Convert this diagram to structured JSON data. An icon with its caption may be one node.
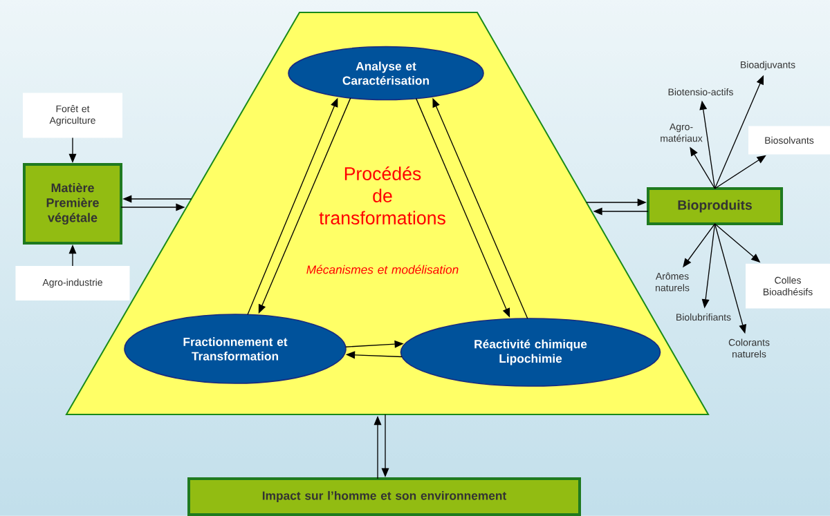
{
  "diagram": {
    "nodes": [
      {
        "text": [
          "Procédés de transformations",
          "Mécanismes et modélisation"
        ]
      },
      {
        "text": [
          "Analyse et Caractérisation"
        ],
        "in": 0
      },
      {
        "text": [
          "Fractionnement et Transformation"
        ],
        "in": 0
      },
      {
        "text": [
          "Réactivité chimique Lipochimie"
        ],
        "in": 0
      },
      {
        "text": [
          "Forêt et Agriculture"
        ]
      },
      {
        "text": [
          "Matière Première végétale"
        ]
      },
      {
        "text": [
          "Agro-industrie"
        ]
      },
      {
        "text": [
          "Bioproduits"
        ]
      },
      {
        "text": [
          "Impact sur l’homme et son environnement"
        ]
      },
      {
        "text": [
          "Bioadjuvants"
        ]
      },
      {
        "text": [
          "Biotensio-actifs"
        ]
      },
      {
        "text": [
          "Agro-matériaux"
        ]
      },
      {
        "text": [
          "Biosolvants"
        ]
      },
      {
        "text": [
          "Arômes naturels"
        ]
      },
      {
        "text": [
          "Colles Bioadhésifs"
        ]
      },
      {
        "text": [
          "Biolubrifiants"
        ]
      },
      {
        "text": [
          "Colorants naturels"
        ]
      }
    ],
    "edges": [
      {
        "from": 2,
        "to": 1,
        "arrow": "to"
      },
      {
        "from": 1,
        "to": 2,
        "arrow": "to"
      },
      {
        "from": 1,
        "to": 3,
        "arrow": "to"
      },
      {
        "from": 3,
        "to": 1,
        "arrow": "to"
      },
      {
        "from": 2,
        "to": 3,
        "arrow": "to"
      },
      {
        "from": 3,
        "to": 2,
        "arrow": "to"
      },
      {
        "from": 4,
        "to": 5,
        "arrow": "to"
      },
      {
        "from": 6,
        "to": 5,
        "arrow": "to"
      },
      {
        "from": 0,
        "to": 5,
        "arrow": "to"
      },
      {
        "from": 5,
        "to": 0,
        "arrow": "to"
      },
      {
        "from": 0,
        "to": 7,
        "arrow": "to"
      },
      {
        "from": 7,
        "to": 0,
        "arrow": "to"
      },
      {
        "from": 8,
        "to": 0,
        "arrow": "to"
      },
      {
        "from": 0,
        "to": 8,
        "arrow": "to"
      },
      {
        "from": 7,
        "to": 9,
        "arrow": "to"
      },
      {
        "from": 7,
        "to": 10,
        "arrow": "to"
      },
      {
        "from": 7,
        "to": 11,
        "arrow": "to"
      },
      {
        "from": 7,
        "to": 12,
        "arrow": "to"
      },
      {
        "from": 7,
        "to": 13,
        "arrow": "to"
      },
      {
        "from": 7,
        "to": 14,
        "arrow": "to"
      },
      {
        "from": 7,
        "to": 15,
        "arrow": "to"
      },
      {
        "from": 7,
        "to": 16,
        "arrow": "to"
      }
    ]
  }
}
